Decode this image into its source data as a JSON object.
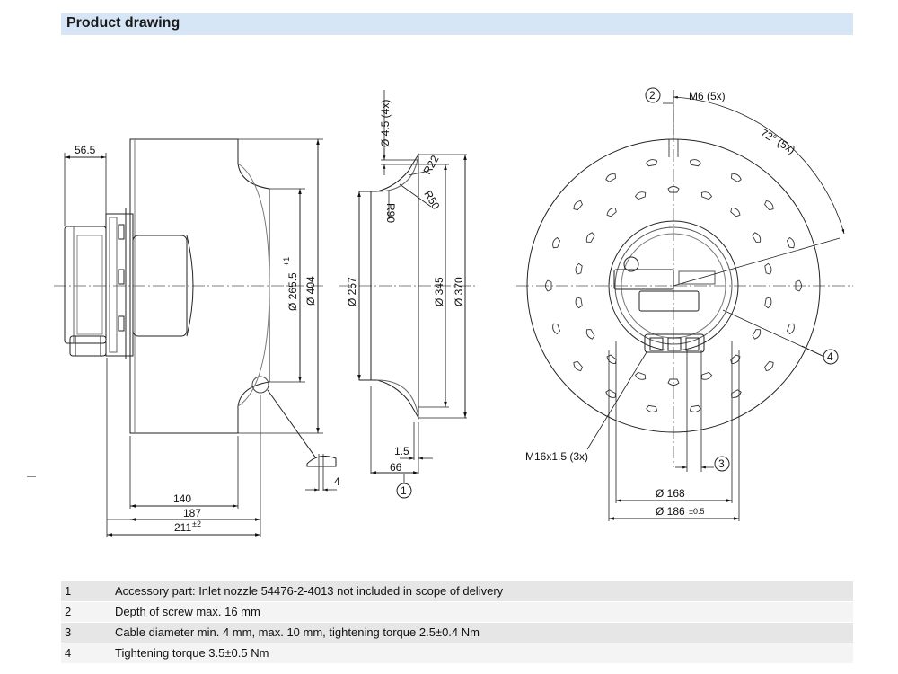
{
  "header": {
    "title": "Product drawing"
  },
  "dims": {
    "d_56_5": "56.5",
    "d_265_5": "Ø 265.5",
    "d_265_5_tol": "+1",
    "d_404": "Ø 404",
    "d_140": "140",
    "d_187": "187",
    "d_211": "211",
    "d_211_tol": "±2",
    "d_4": "4",
    "d_4_5": "Ø 4.5 (4x)",
    "d_r22": "R22",
    "d_r50": "R50",
    "d_r90": "R90",
    "d_257": "Ø 257",
    "d_345": "Ø 345",
    "d_370": "Ø 370",
    "d_1_5": "1.5",
    "d_66": "66",
    "d_m6": "M6 (5x)",
    "d_72": "72° (5x)",
    "d_m16": "M16x1.5 (3x)",
    "d_168": "Ø 168",
    "d_186": "Ø 186",
    "d_186_tol": "±0.5"
  },
  "callouts": [
    "1",
    "2",
    "3",
    "4"
  ],
  "notes": [
    {
      "num": "1",
      "text": "Accessory part: Inlet nozzle 54476-2-4013 not included in scope of delivery"
    },
    {
      "num": "2",
      "text": "Depth of screw max. 16 mm"
    },
    {
      "num": "3",
      "text": "Cable diameter min. 4 mm, max. 10 mm, tightening torque 2.5±0.4 Nm"
    },
    {
      "num": "4",
      "text": "Tightening torque 3.5±0.5 Nm"
    }
  ]
}
